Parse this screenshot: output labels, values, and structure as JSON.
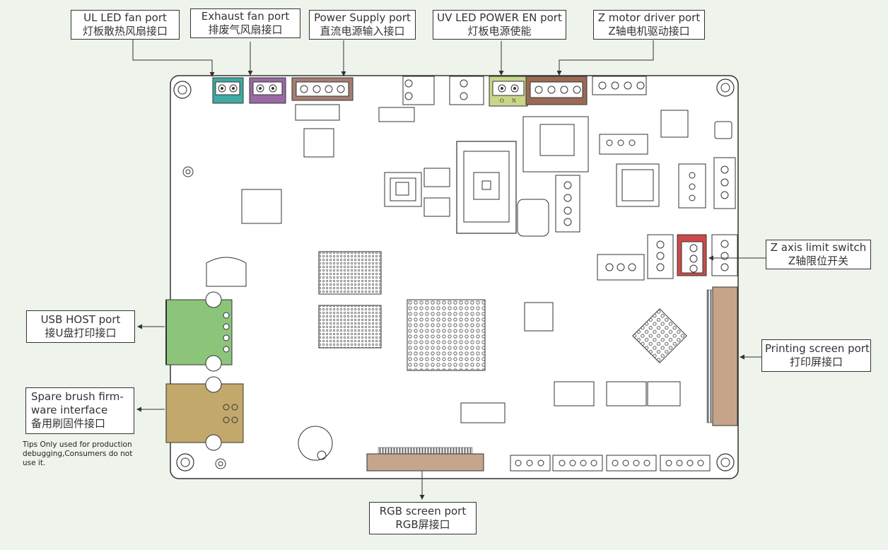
{
  "callouts": {
    "ul_led_fan": {
      "en": "UL LED fan port",
      "zh": "灯板散热风扇接口"
    },
    "exhaust_fan": {
      "en": "Exhaust fan port",
      "zh": "排废气风扇接口"
    },
    "power_supply": {
      "en": "Power Supply port",
      "zh": "直流电源输入接口"
    },
    "uv_led_power": {
      "en": "UV LED POWER EN port",
      "zh": "灯板电源使能"
    },
    "z_motor": {
      "en": "Z motor driver port",
      "zh": "Z轴电机驱动接口"
    },
    "z_limit": {
      "en": "Z axis limit switch",
      "zh": "Z轴限位开关"
    },
    "usb_host": {
      "en": "USB HOST port",
      "zh": "接U盘打印接口"
    },
    "printing_screen": {
      "en": "Printing screen port",
      "zh": "打印屏接口"
    },
    "spare_brush": {
      "line1": "Spare brush firm-",
      "line2": "ware interface",
      "zh": "备用刷固件接口"
    },
    "rgb_screen": {
      "en": "RGB screen port",
      "zh": "RGB屏接口"
    }
  },
  "tip": "Tips Only used for production debugging,Consumers do not use it.",
  "board_silkscreen": {
    "uv_connector_o": "O",
    "uv_connector_n": "N"
  },
  "colors": {
    "background": "#eef3eb",
    "board_fill": "#ffffff",
    "board_stroke": "#333333",
    "ul_led_fan": "#3fa9a3",
    "exhaust_fan": "#9a6aa5",
    "power_supply": "#a57e72",
    "uv_led_power": "#c8d68a",
    "z_motor": "#9a6a55",
    "z_limit": "#cc4a4a",
    "usb_host": "#8cc47a",
    "spare_brush": "#c3a86b",
    "printing_screen": "#c6a48a",
    "rgb_screen": "#c4a68c"
  }
}
